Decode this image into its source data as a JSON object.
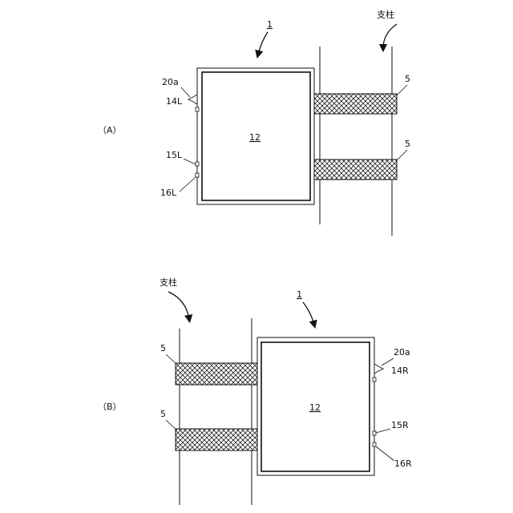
{
  "figure_a": {
    "label": "（A）",
    "device_ref": "1",
    "box_label": "12",
    "pole_label": "支柱",
    "bracket_top_label": "5",
    "bracket_bottom_label": "5",
    "knob_label": "20a",
    "port_14": "14L",
    "port_15": "15L",
    "port_16": "16L"
  },
  "figure_b": {
    "label": "（B）",
    "device_ref": "1",
    "box_label": "12",
    "pole_label": "支柱",
    "bracket_top_label": "5",
    "bracket_bottom_label": "5",
    "knob_label": "20a",
    "port_14": "14R",
    "port_15": "15R",
    "port_16": "16R"
  }
}
